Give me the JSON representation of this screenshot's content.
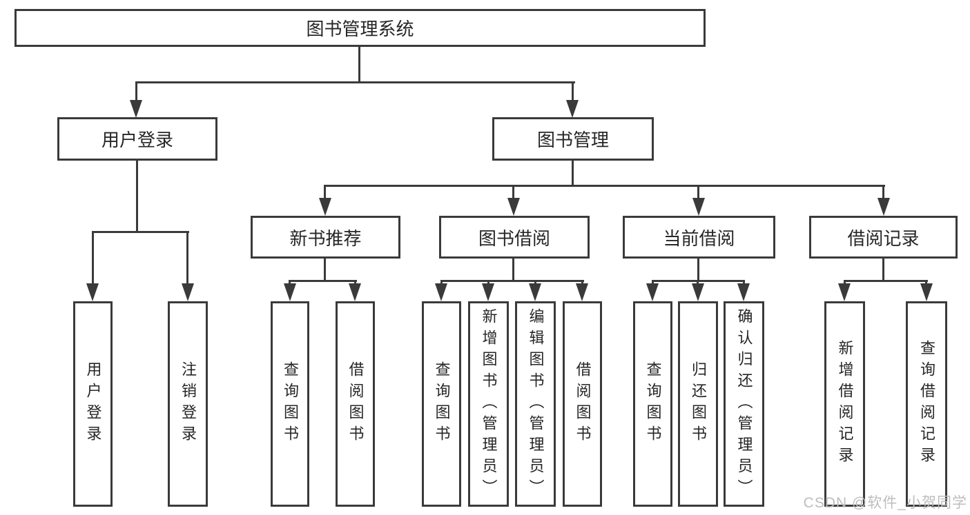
{
  "diagram": {
    "root": {
      "label": "图书管理系统"
    },
    "children": [
      {
        "label": "用户登录",
        "children": [
          {
            "label": "用户登录"
          },
          {
            "label": "注销登录"
          }
        ]
      },
      {
        "label": "图书管理",
        "children": [
          {
            "label": "新书推荐",
            "children": [
              {
                "label": "查询图书"
              },
              {
                "label": "借阅图书"
              }
            ]
          },
          {
            "label": "图书借阅",
            "children": [
              {
                "label": "查询图书"
              },
              {
                "label": "新增图书（管理员）"
              },
              {
                "label": "编辑图书（管理员）"
              },
              {
                "label": "借阅图书"
              }
            ]
          },
          {
            "label": "当前借阅",
            "children": [
              {
                "label": "查询图书"
              },
              {
                "label": "归还图书"
              },
              {
                "label": "确认归还（管理员）"
              }
            ]
          },
          {
            "label": "借阅记录",
            "children": [
              {
                "label": "新增借阅记录"
              },
              {
                "label": "查询借阅记录"
              }
            ]
          }
        ]
      }
    ]
  },
  "watermark": {
    "text": "CSDN @软件_小贺同学"
  },
  "colors": {
    "line": "#3a3a3a",
    "box_background": "#ffffff",
    "text": "#262626",
    "watermark": "#bdbdbd"
  }
}
